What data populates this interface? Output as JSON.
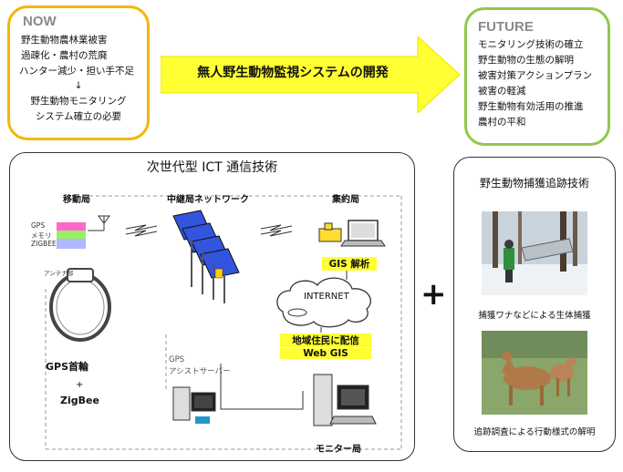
{
  "now": {
    "heading": "NOW",
    "lines": [
      "野生動物農林業被害",
      "過疎化・農村の荒廃",
      "ハンター減少・担い手不足",
      "↓",
      "野生動物モニタリング",
      "システム確立の必要"
    ]
  },
  "arrow": {
    "label": "無人野生動物監視システムの開発"
  },
  "future": {
    "heading": "FUTURE",
    "lines": [
      "モニタリング技術の確立",
      "野生動物の生態の解明",
      "被害対策アクションプラン",
      "被害の軽減",
      "野生動物有効活用の推進",
      "農村の平和"
    ]
  },
  "ict": {
    "title": "次世代型 ICT 通信技術",
    "mobile_station": "移動局",
    "relay_network": "中継局ネットワーク",
    "collection_station": "集約局",
    "gps_label": "GPS",
    "memory_label": "メモリ",
    "zigbee_label": "ZIGBEE",
    "antenna_label": "アンテナ部",
    "gis_analysis": "GIS 解析",
    "internet": "INTERNET",
    "distribution_line1": "地域住民に配信",
    "distribution_line2": "Web GIS",
    "gps_collar": "GPS首輪",
    "plus_small": "+",
    "zigbee": "ZigBee",
    "assist_server_line1": "GPS",
    "assist_server_line2": "アシストサーバー",
    "monitor_station": "モニター局"
  },
  "plus": "+",
  "capture": {
    "title": "野生動物捕獲追跡技術",
    "photo1_caption": "捕獲ワナなどによる生体捕獲",
    "photo2_caption": "追跡調査による行動様式の解明"
  },
  "colors": {
    "now_border": "#f2b705",
    "future_border": "#8fc94a",
    "arrow": "#ffff33",
    "highlight": "#ffff33"
  }
}
